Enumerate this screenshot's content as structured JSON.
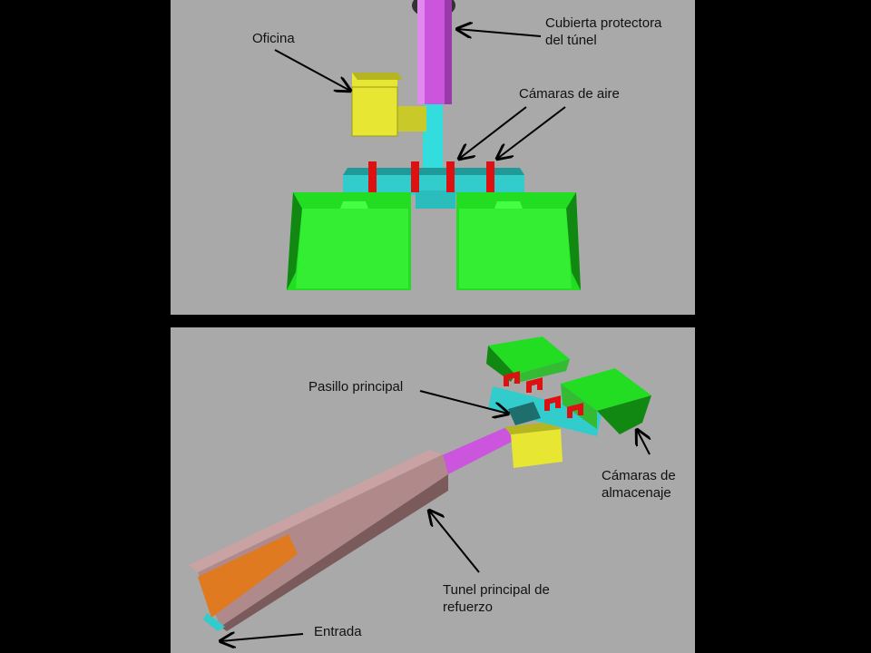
{
  "top": {
    "labels": {
      "cover": [
        "Cubierta protectora",
        "del túnel"
      ],
      "office": "Oficina",
      "airlocks": "Cámaras de aire"
    }
  },
  "bottom": {
    "labels": {
      "corridor": "Pasillo principal",
      "storage": [
        "Cámaras de",
        "almacenaje"
      ],
      "tunnel": [
        "Tunel principal de",
        "refuerzo"
      ],
      "entrance": "Entrada"
    }
  },
  "colors": {
    "panel_bg": "#a9a9a9",
    "tunnel_cover": "#cc55dd",
    "tunnel": "#33dddd",
    "office": "#e6e633",
    "storage": "#22dd22",
    "airlock": "#dd1111",
    "reinforcement": "#b08a8a",
    "entrance": "#e07a20"
  }
}
